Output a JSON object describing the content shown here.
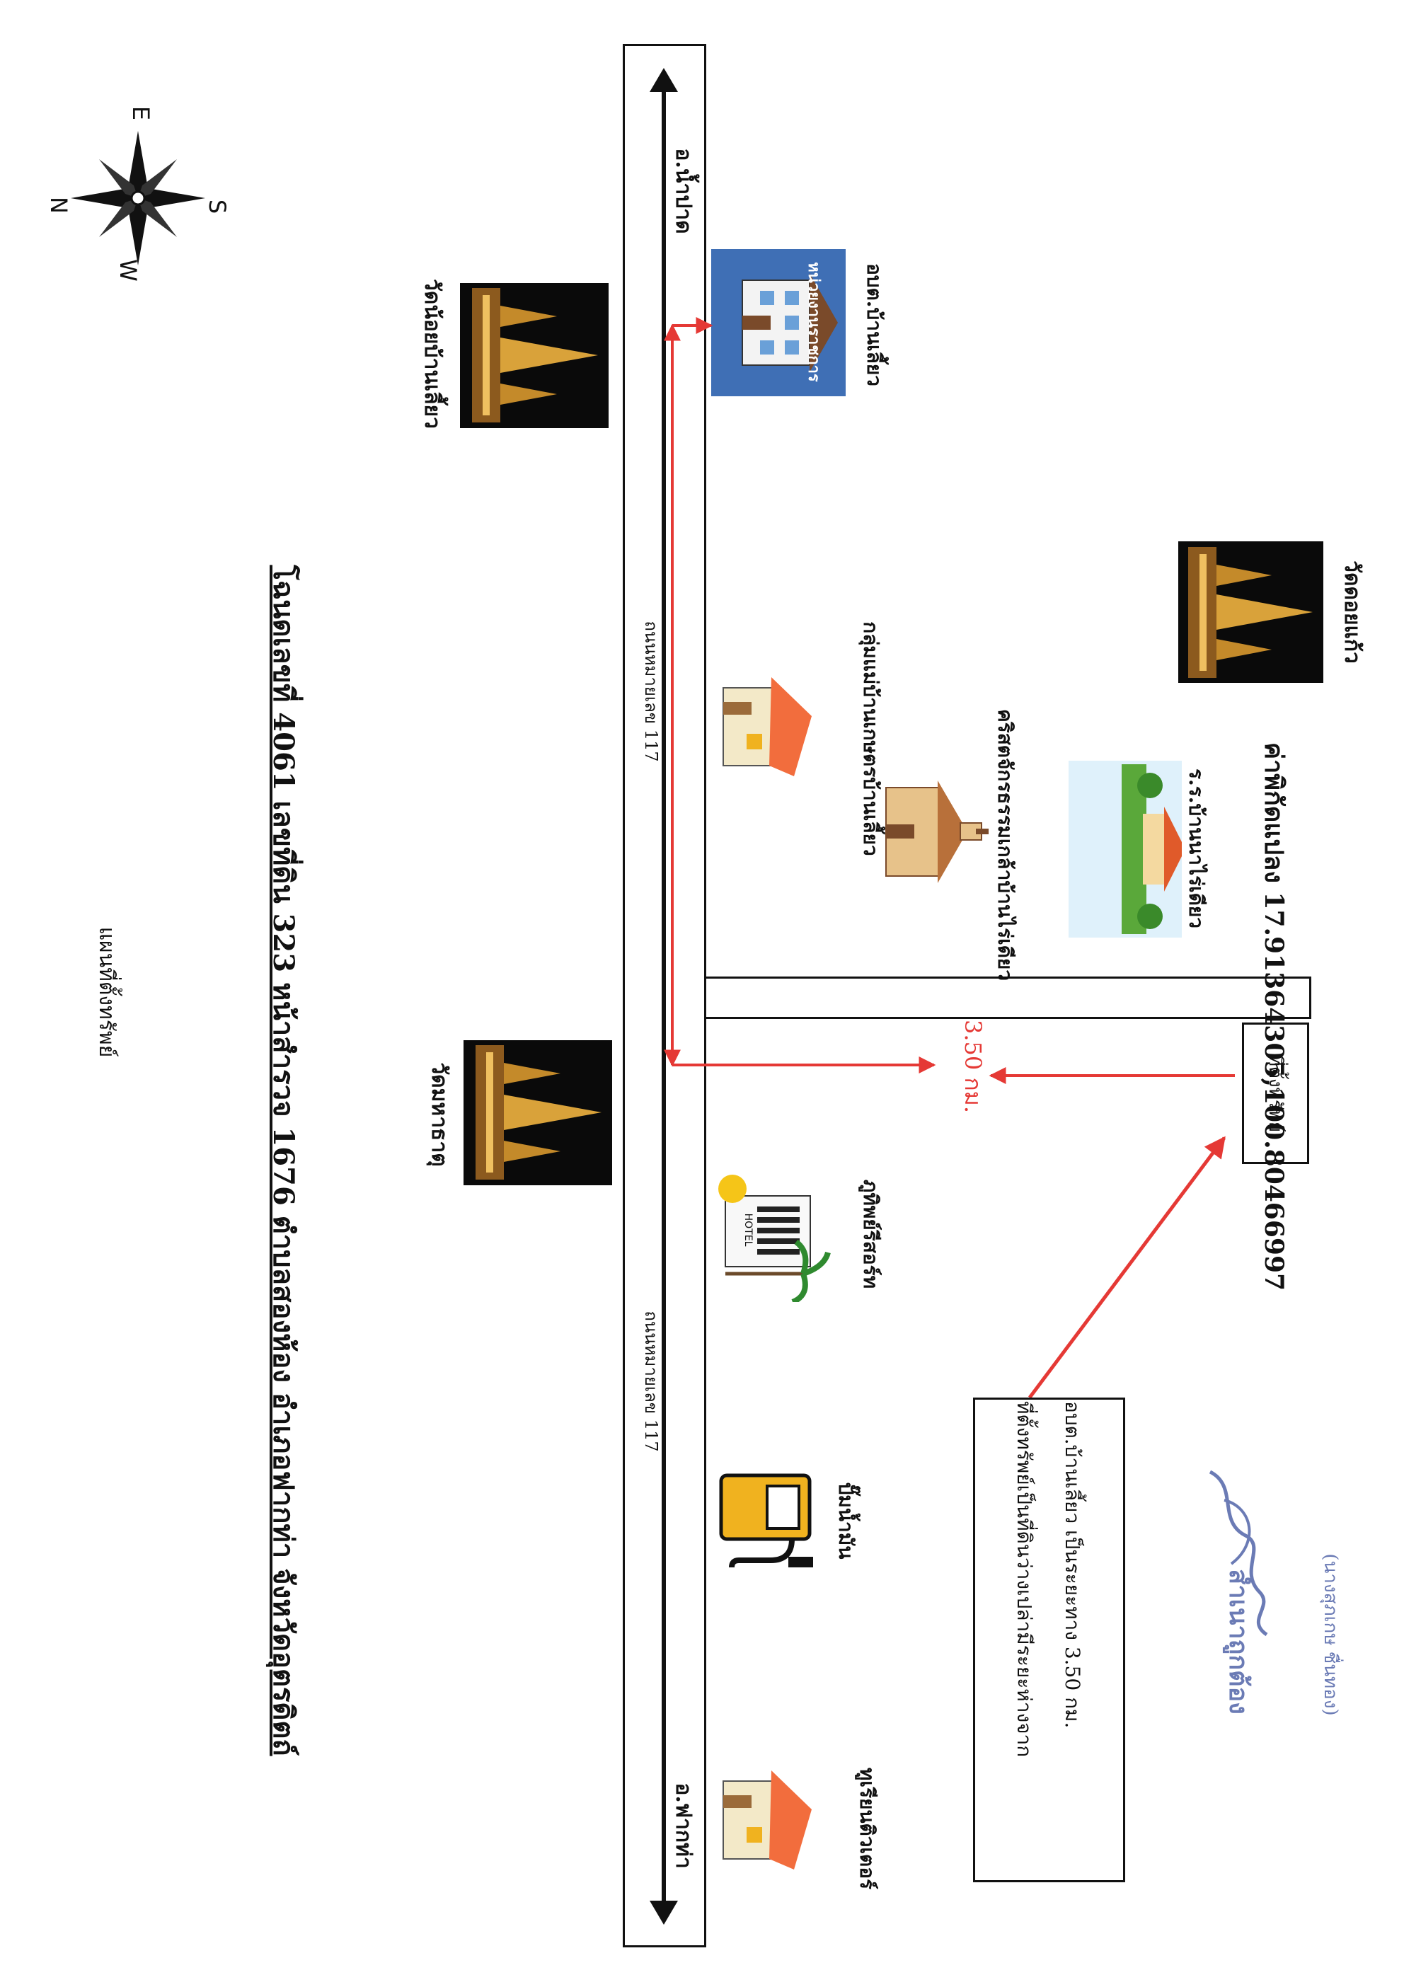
{
  "header": {
    "subtitle": "แผนที่ตั้งทรัพย์",
    "title": "โฉนดเลขที่ 4061   เลขที่ดิน 323   หน้าสำรวจ 1676   ตำบลสองห้อง   อำเภอฟากท่า   จังหวัดอุตรดิตถ์"
  },
  "compass": {
    "n": "N",
    "s": "S",
    "e": "E",
    "w": "W"
  },
  "directions": {
    "left": "อ.ฟากท่า",
    "right": "อ.น้ำปาด"
  },
  "roads": {
    "road_a": "ถนนหมายเลข 117",
    "road_b": "ถนนหมายเลข 117"
  },
  "landmarks": {
    "temple_1": "วัดน้อยบ้านเลี้ยว",
    "temple_2": "วัดมหาธาตุ",
    "temple_3": "วัดดอยแก้ว",
    "gov_office_sign": "หน่วยงานราชการ",
    "gov_office": "อบต.บ้านเลี้ยว",
    "farmer_group": "กลุ่มแม่บ้านเกษตรบ้านเลี้ยว",
    "church": "คริสตจักรธรรมเกล้าบ้านไร่เดียว",
    "school": "ร.ร.บ้านนาไร่เดียว",
    "resort": "ภูทิพย์รีสอร์ท",
    "resort_sign": "HOTEL",
    "gas_station": "ปั๊มน้ำมัน",
    "tutor": "ทูเรียนติวเตอร์"
  },
  "property": {
    "label": "ที่ตั้งทรัพย์",
    "distance": "3.50 กม.",
    "coords": "ค่าพิกัดแปลง  17.91364305,100.80466997"
  },
  "note": {
    "line1": "ที่ตั้งทรัพย์เป็นที่ดินว่างเปล่ามีระยะห่างจาก",
    "line2": "อบต.บ้านเลี้ยว เป็นระยะทาง 3.50 กม."
  },
  "certify": {
    "stamp": "สำเนาถูกต้อง",
    "name": "(นางสุภเกษ ชื่นทอง)"
  },
  "colors": {
    "arrow": "#e53935",
    "road_line": "#111111",
    "house_roof": "#f26d3d",
    "gov_bg": "#3f6fb5",
    "temple_bg": "#0a0a0a",
    "temple_gold": "#d9a23a",
    "pump_body": "#f0b21f",
    "signature_ink": "#6b7bb5"
  },
  "icons": [
    "compass-rose-icon",
    "temple-icon",
    "government-building-icon",
    "house-icon",
    "church-icon",
    "school-icon",
    "hotel-icon",
    "gas-pump-icon",
    "signature-icon"
  ]
}
